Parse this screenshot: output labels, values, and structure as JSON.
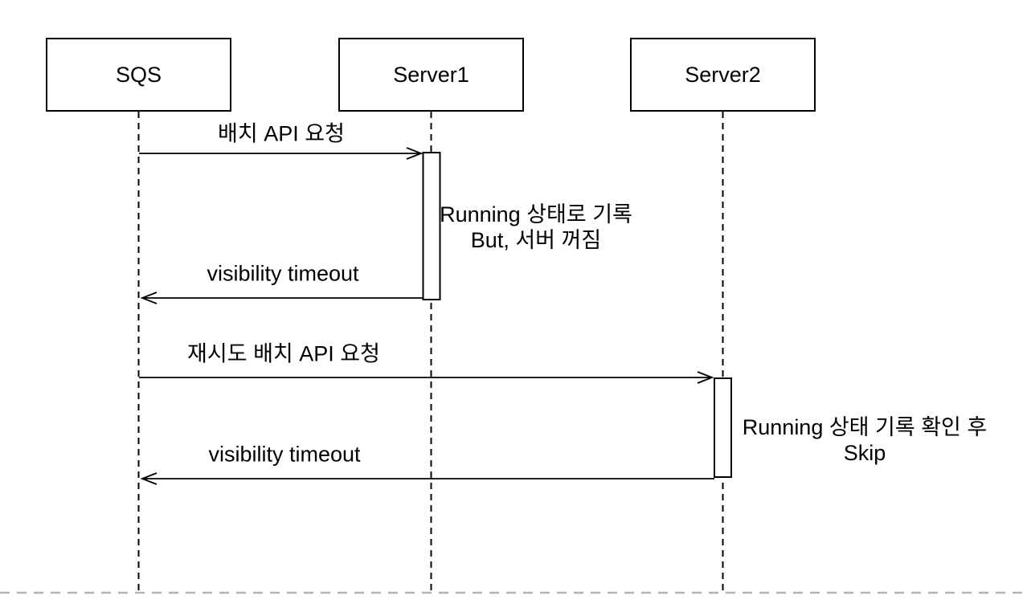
{
  "diagram": {
    "actors": [
      {
        "name": "SQS"
      },
      {
        "name": "Server1"
      },
      {
        "name": "Server2"
      }
    ],
    "messages": [
      {
        "label": "배치 API 요청",
        "from": "SQS",
        "to": "Server1"
      },
      {
        "label": "visibility timeout",
        "from": "Server1",
        "to": "SQS"
      },
      {
        "label": "재시도 배치 API 요청",
        "from": "SQS",
        "to": "Server2"
      },
      {
        "label": "visibility timeout",
        "from": "Server2",
        "to": "SQS"
      }
    ],
    "notes": [
      {
        "lines": [
          "Running 상태로 기록",
          "But, 서버 꺼짐"
        ]
      },
      {
        "lines": [
          "Running 상태 기록 확인 후",
          "Skip"
        ]
      }
    ],
    "colors": {
      "line": "#000000",
      "page_break": "#b3b3b3",
      "background": "#ffffff"
    }
  }
}
